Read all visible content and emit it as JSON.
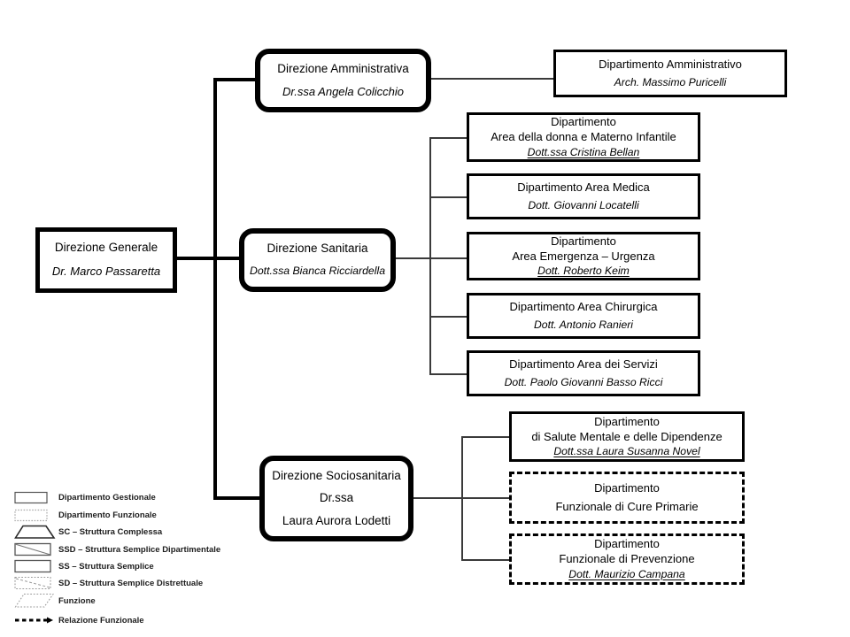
{
  "org": {
    "generale": {
      "title": "Direzione Generale",
      "person": "Dr. Marco Passaretta"
    },
    "amministrativa": {
      "title": "Direzione Amministrativa",
      "person": "Dr.ssa Angela Colicchio"
    },
    "dip_amministrativo": {
      "title": "Dipartimento Amministrativo",
      "person": "Arch. Massimo Puricelli"
    },
    "sanitaria": {
      "title": "Direzione Sanitaria",
      "person": "Dott.ssa Bianca Ricciardella"
    },
    "dip_donna": {
      "title1": "Dipartimento",
      "title2": "Area della donna e Materno Infantile",
      "person": "Dott.ssa Cristina Bellan"
    },
    "dip_medica": {
      "title1": "Dipartimento Area Medica",
      "person": "Dott. Giovanni Locatelli"
    },
    "dip_emergenza": {
      "title1": "Dipartimento",
      "title2": "Area Emergenza – Urgenza",
      "person": "Dott. Roberto Keim"
    },
    "dip_chirurgica": {
      "title1": "Dipartimento Area Chirurgica",
      "person": "Dott. Antonio Ranieri"
    },
    "dip_servizi": {
      "title1": "Dipartimento Area dei Servizi",
      "person": "Dott. Paolo Giovanni Basso Ricci"
    },
    "sociosanitaria": {
      "title": "Direzione Sociosanitaria",
      "line2": "Dr.ssa",
      "line3": "Laura Aurora Lodetti"
    },
    "dip_salute_mentale": {
      "title1": "Dipartimento",
      "title2": "di Salute Mentale e delle Dipendenze",
      "person": "Dott.ssa Laura Susanna Novel"
    },
    "dip_cure_primarie": {
      "title1": "Dipartimento",
      "title2": "Funzionale di Cure Primarie"
    },
    "dip_prevenzione": {
      "title1": "Dipartimento",
      "title2": "Funzionale di Prevenzione",
      "person": "Dott. Maurizio Campana"
    }
  },
  "legend": {
    "items": [
      {
        "shape": "rect-solid",
        "label": "Dipartimento Gestionale"
      },
      {
        "shape": "rect-dotted",
        "label": "Dipartimento Funzionale"
      },
      {
        "shape": "trapezoid",
        "label": "SC – Struttura Complessa"
      },
      {
        "shape": "rect-diagonal",
        "label": "SSD – Struttura Semplice Dipartimentale"
      },
      {
        "shape": "rect-solid",
        "label": "SS – Struttura Semplice"
      },
      {
        "shape": "rect-dotted-dashed-diagonal",
        "label": "SD – Struttura Semplice Distrettuale"
      },
      {
        "shape": "parallelogram-dotted",
        "label": "Funzione"
      },
      {
        "shape": "dashed-arrow-line",
        "label": "Relazione Funzionale"
      }
    ]
  },
  "colors": {
    "ink": "#000000",
    "background": "#ffffff",
    "thin_line": "#3a3a3a"
  }
}
